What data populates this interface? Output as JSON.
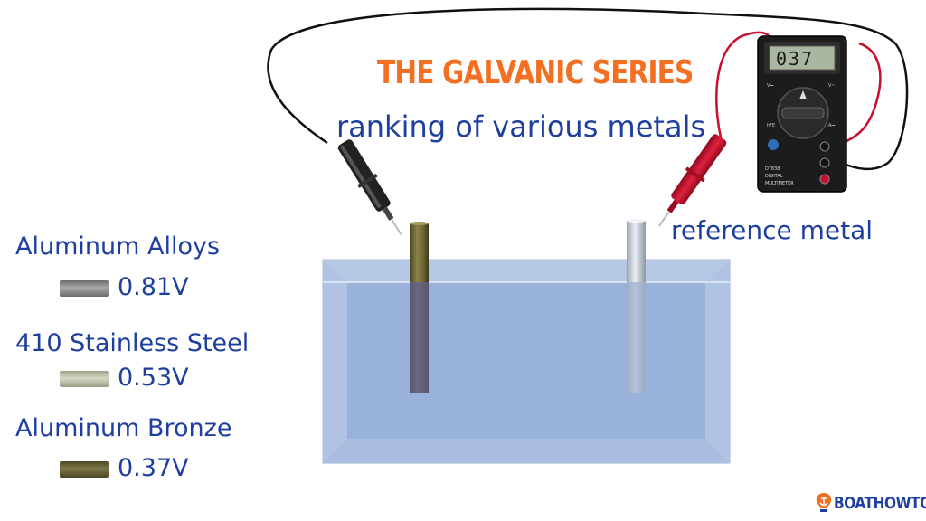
{
  "title": "THE GALVANIC SERIES",
  "subtitle": "ranking of various metals",
  "reference_label": "reference metal",
  "meter_display": "037",
  "meter_model": "DT838",
  "meter_caption_1": "DIGITAL",
  "meter_caption_2": "MULTIMETER",
  "metals": [
    {
      "name": "Aluminum Alloys",
      "voltage": "0.81V",
      "color": "#8a8a8a"
    },
    {
      "name": "410 Stainless Steel",
      "voltage": "0.53V",
      "color": "#b9bba7"
    },
    {
      "name": "Aluminum Bronze",
      "voltage": "0.37V",
      "color": "#6b6638"
    }
  ],
  "colors": {
    "title": "#f36f21",
    "text": "#1f3f9f",
    "water": "#a8bfe0",
    "probe_red": "#c8102e",
    "probe_black": "#111111"
  },
  "logo": {
    "text": "BOATHOWTO",
    "icon": "anchor-bulb-icon"
  }
}
